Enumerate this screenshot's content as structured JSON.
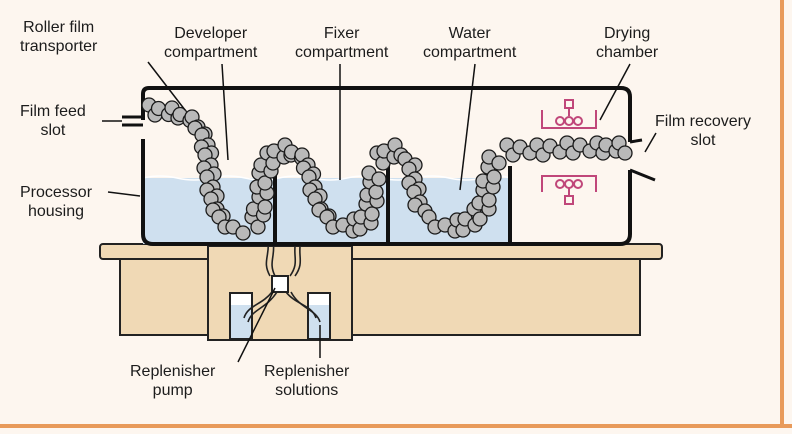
{
  "labels": {
    "roller_film_transporter": [
      "Roller film",
      "transporter"
    ],
    "developer_compartment": [
      "Developer",
      "compartment"
    ],
    "fixer_compartment": [
      "Fixer",
      "compartment"
    ],
    "water_compartment": [
      "Water",
      "compartment"
    ],
    "drying_chamber": [
      "Drying",
      "chamber"
    ],
    "film_feed_slot": [
      "Film feed",
      "slot"
    ],
    "film_recovery_slot": [
      "Film recovery",
      "slot"
    ],
    "processor_housing": [
      "Processor",
      "housing"
    ],
    "replenisher_pump": [
      "Replenisher",
      "pump"
    ],
    "replenisher_solutions": [
      "Replenisher",
      "solutions"
    ]
  },
  "colors": {
    "background": "#fdf6ef",
    "liquid": "#cfe0ef",
    "base": "#f0d9b5",
    "roller": "#b9b9b9",
    "dryer": "#c0477a",
    "frame": "#e89a5a"
  }
}
